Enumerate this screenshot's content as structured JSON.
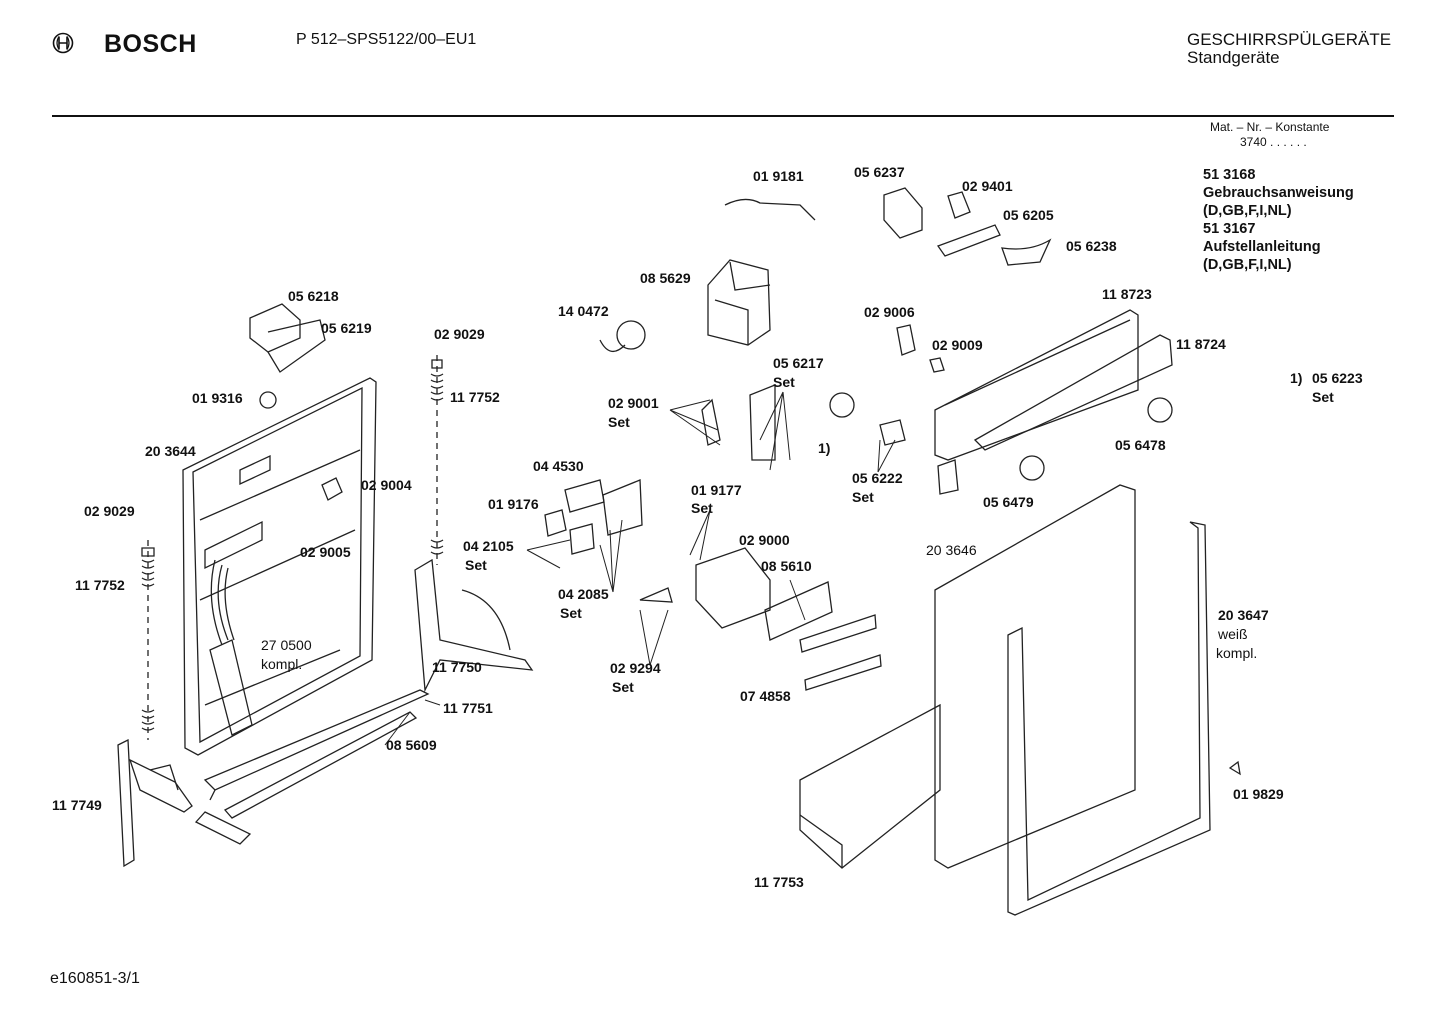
{
  "header": {
    "brand": "BOSCH",
    "model": "P 512–SPS5122/00–EU1",
    "category_line1": "GESCHIRRSPÜLGERÄTE",
    "category_line2": "Standgeräte"
  },
  "constant": {
    "label": "Mat. – Nr. – Konstante",
    "value": "3740  .  .  .  .  .  ."
  },
  "documents": [
    {
      "number": "51 3168",
      "title": "Gebrauchsanweisung",
      "langs": "(D,GB,F,I,NL)"
    },
    {
      "number": "51 3167",
      "title": "Aufstellanleitung",
      "langs": "(D,GB,F,I,NL)"
    }
  ],
  "parts": {
    "p019181": "01 9181",
    "p056237": "05 6237",
    "p029401": "02 9401",
    "p056205": "05 6205",
    "p056238": "05 6238",
    "p085629": "08 5629",
    "p140472": "14 0472",
    "p056218": "05 6218",
    "p056219": "05 6219",
    "p029029a": "02 9029",
    "p117752a": "11 7752",
    "p019316": "01 9316",
    "p203644": "20 3644",
    "p029004": "02 9004",
    "p029005": "02 9005",
    "p029029b": "02 9029",
    "p117752b": "11 7752",
    "p270500": "27 0500",
    "p270500b": "kompl.",
    "p029006": "02 9006",
    "p029009": "02 9009",
    "p118723": "11 8723",
    "p118724": "11 8724",
    "p056223_mark": "1)",
    "p056223": "05 6223",
    "p056223_set": "Set",
    "p056217": "05 6217",
    "p056217_set": "Set",
    "p029001": "02 9001",
    "p029001_set": "Set",
    "p056222_mark": "1)",
    "p056222": "05 6222",
    "p056222_set": "Set",
    "p056478": "05 6478",
    "p056479": "05 6479",
    "p044530": "04 4530",
    "p019176": "01 9176",
    "p019177": "01 9177",
    "p019177_set": "Set",
    "p042105": "04 2105",
    "p042105_set": "Set",
    "p042085": "04 2085",
    "p042085_set": "Set",
    "p029000": "02 9000",
    "p085610": "08 5610",
    "p203646": "20 3646",
    "p203647": "20 3647",
    "p203647_b": "weiß",
    "p203647_c": "kompl.",
    "p117750": "11 7750",
    "p117751": "11 7751",
    "p085609": "08 5609",
    "p029294": "02 9294",
    "p029294_set": "Set",
    "p074858": "07 4858",
    "p117749": "11 7749",
    "p117753": "11 7753",
    "p019829": "01 9829"
  },
  "footer": {
    "code": "e160851-3/1"
  }
}
